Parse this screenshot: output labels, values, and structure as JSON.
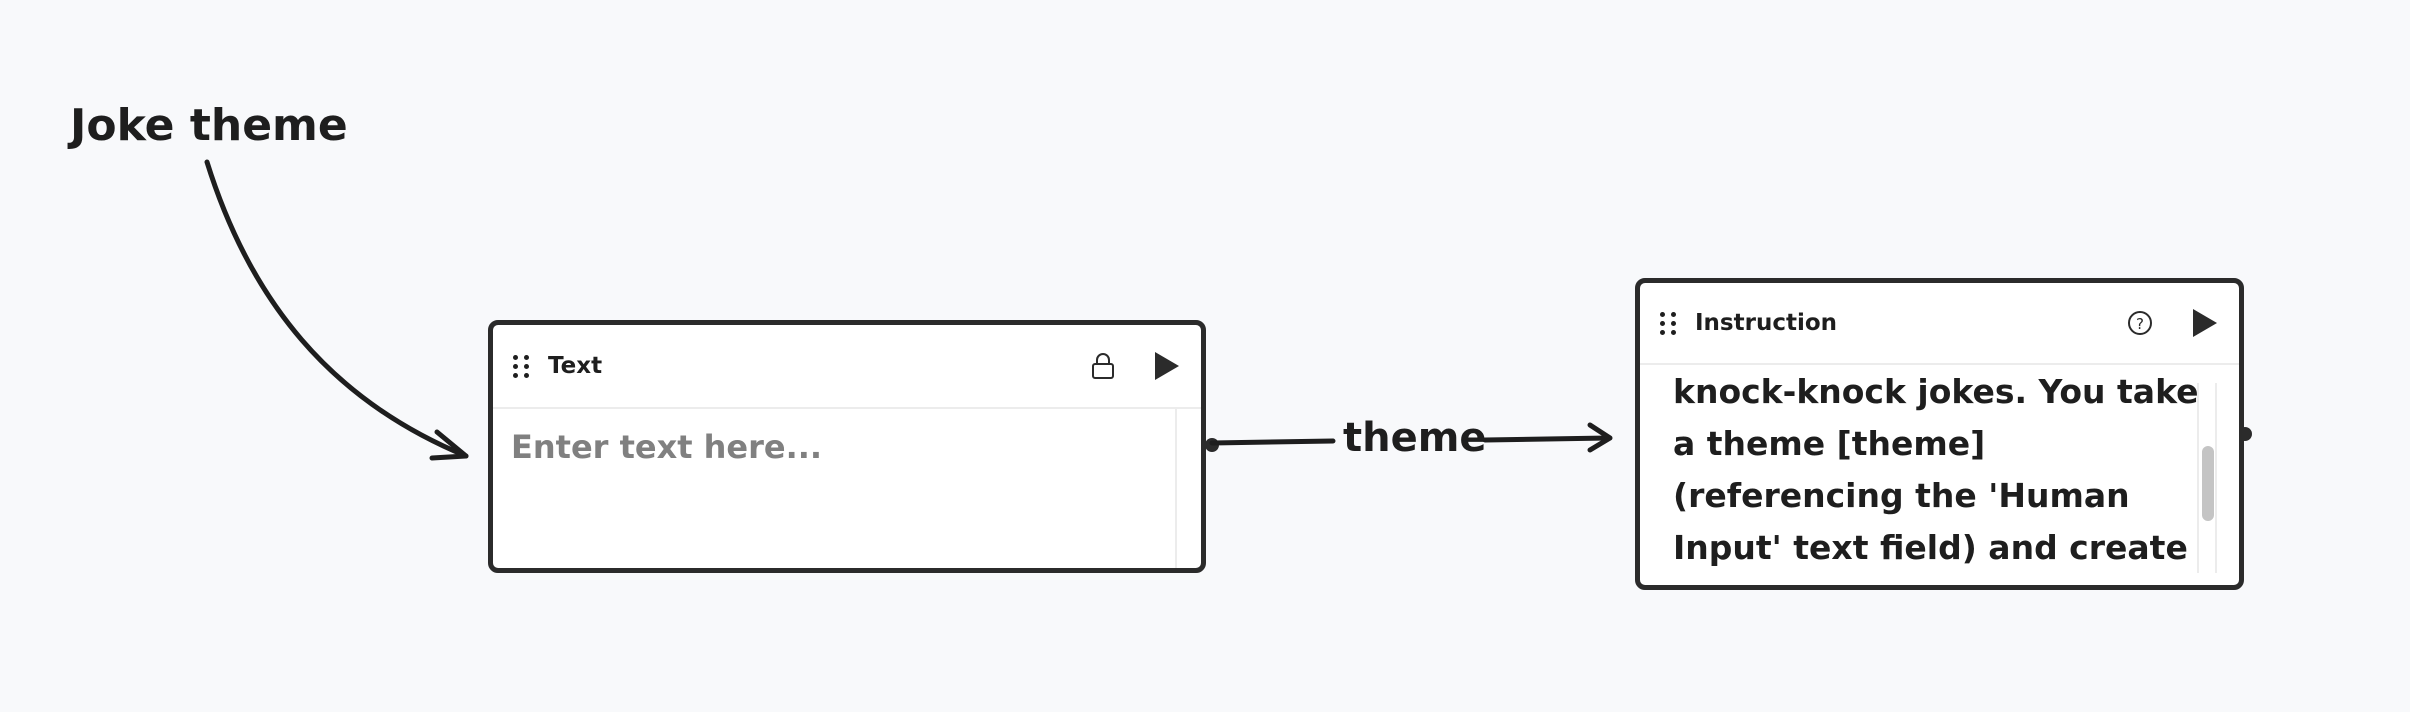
{
  "annotations": {
    "joke_theme": "Joke theme"
  },
  "edge": {
    "label": "theme"
  },
  "text_node": {
    "title": "Text",
    "placeholder": "Enter text here...",
    "icons": [
      "drag-handle-icon",
      "lock-icon",
      "play-icon"
    ]
  },
  "instruction_node": {
    "title": "Instruction",
    "body": "knock-knock jokes. You take\na theme [theme]\n(referencing the 'Human\nInput' text field) and create",
    "icons": [
      "drag-handle-icon",
      "help-icon",
      "play-icon"
    ]
  }
}
